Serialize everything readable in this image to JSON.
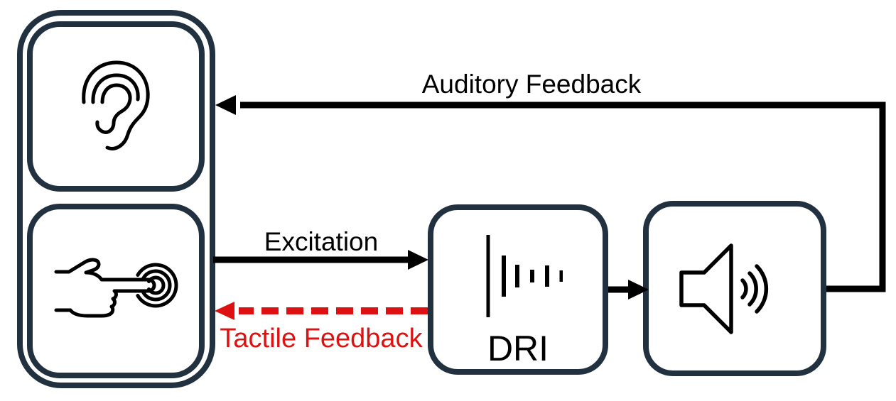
{
  "colors": {
    "box_border": "#22313f",
    "line_black": "#000000",
    "tactile_red": "#dd1111",
    "background": "#ffffff"
  },
  "nodes": [
    {
      "id": "ear",
      "icon": "ear-icon",
      "label": ""
    },
    {
      "id": "touch",
      "icon": "touch-icon",
      "label": ""
    },
    {
      "id": "dri",
      "icon": "impulse-response-icon",
      "label": "DRI"
    },
    {
      "id": "speaker",
      "icon": "speaker-icon",
      "label": ""
    }
  ],
  "edges": [
    {
      "id": "excitation",
      "label": "Excitation",
      "from": "touch",
      "to": "dri",
      "style": "solid",
      "color": "#000000"
    },
    {
      "id": "tactile-feedback",
      "label": "Tactile Feedback",
      "from": "dri",
      "to": "touch",
      "style": "dashed",
      "color": "#dd1111"
    },
    {
      "id": "dri-to-speaker",
      "label": "",
      "from": "dri",
      "to": "speaker",
      "style": "solid",
      "color": "#000000"
    },
    {
      "id": "auditory-feedback",
      "label": "Auditory Feedback",
      "from": "speaker",
      "to": "ear",
      "style": "solid",
      "color": "#000000"
    }
  ]
}
